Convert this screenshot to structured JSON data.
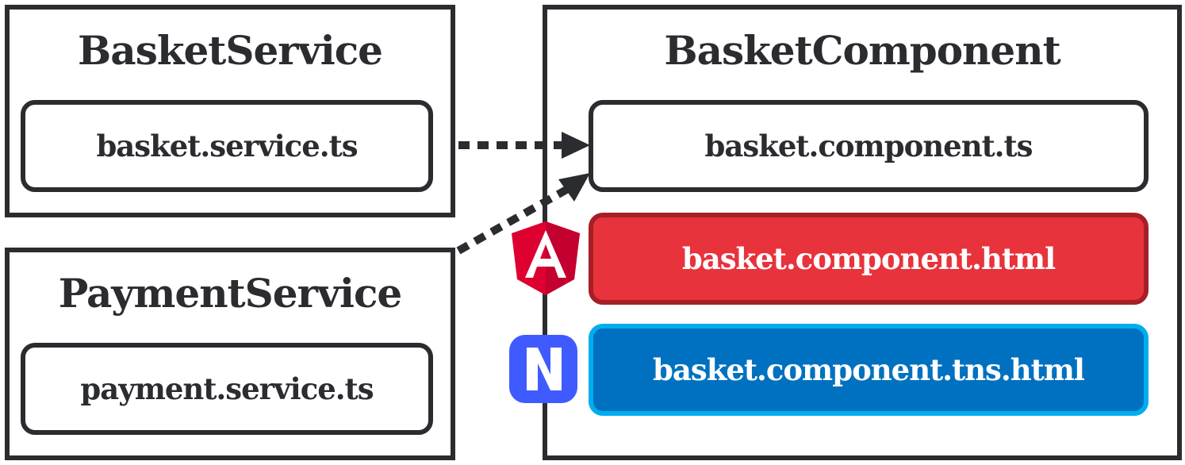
{
  "basket_service": {
    "title": "BasketService",
    "file": "basket.service.ts"
  },
  "payment_service": {
    "title": "PaymentService",
    "file": "payment.service.ts"
  },
  "basket_component": {
    "title": "BasketComponent",
    "files": [
      "basket.component.ts",
      "basket.component.html",
      "basket.component.tns.html"
    ]
  },
  "icons": {
    "angular": "angular-logo-icon",
    "nativescript": "nativescript-logo-icon"
  },
  "colors": {
    "html_fill": "#e8323c",
    "html_border": "#a61f26",
    "tns_fill": "#0071c0",
    "tns_border": "#00adee",
    "angular": "#dd0031",
    "nativescript": "#3f5bff"
  }
}
